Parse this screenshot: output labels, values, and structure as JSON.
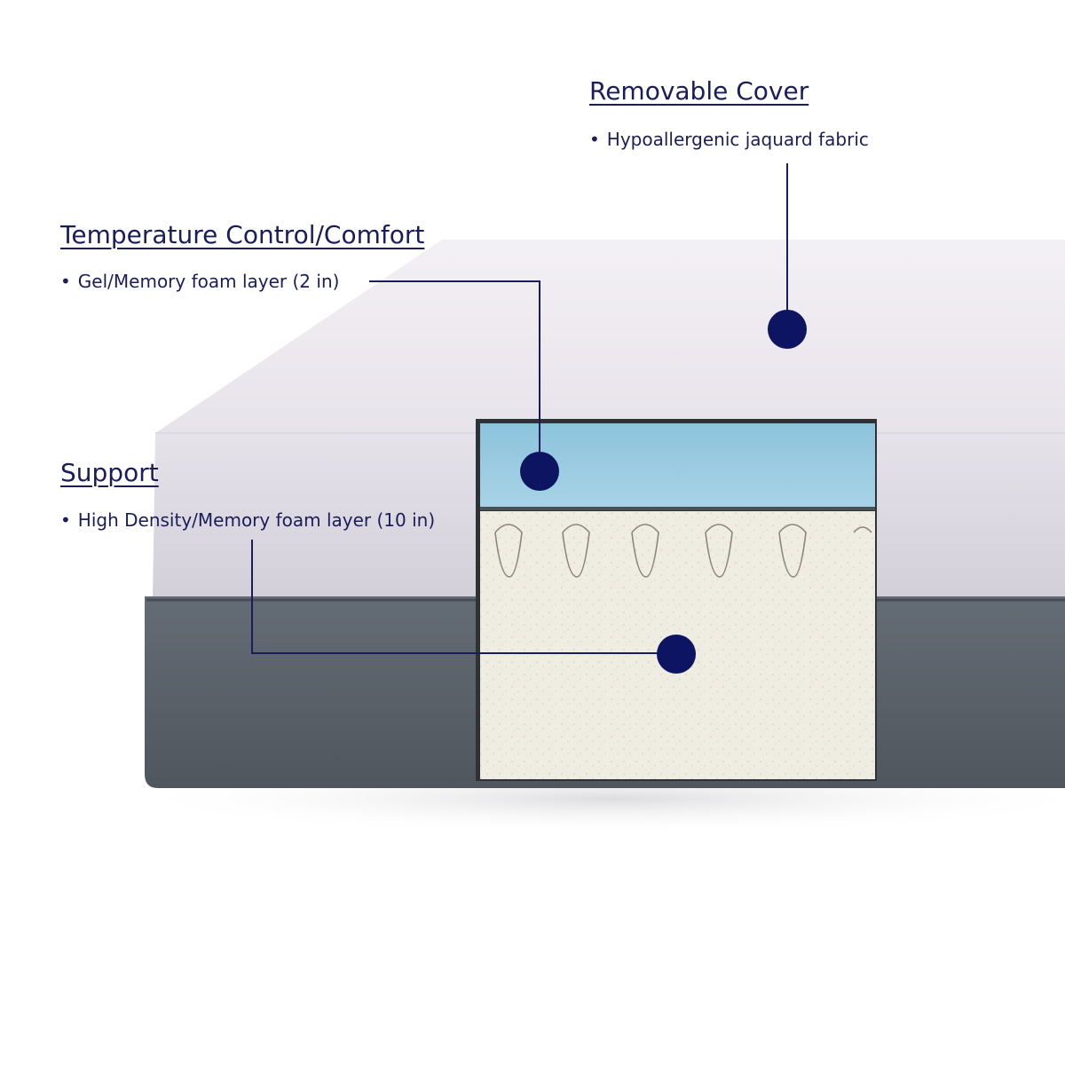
{
  "colors": {
    "accent": "#0d1563",
    "text": "#1a1d5c",
    "cover_top": "#eeebf0",
    "cover_side": "#d9d4df",
    "base_fabric": "#5a626b",
    "gel_layer": "#8ec6df",
    "support_foam": "#efece1"
  },
  "callouts": {
    "cover": {
      "title": "Removable Cover",
      "bullet": "Hypoallergenic jaquard fabric"
    },
    "comfort": {
      "title": "Temperature Control/Comfort",
      "bullet": "Gel/Memory foam layer (2 in)"
    },
    "support": {
      "title": "Support",
      "bullet": "High Density/Memory foam layer (10 in)"
    }
  },
  "icons": {
    "marker": "filled-circle",
    "bullet": "small-dot"
  }
}
